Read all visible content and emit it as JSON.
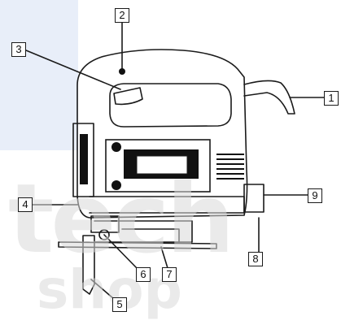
{
  "watermark": {
    "primary": "tech",
    "secondary": "shop",
    "color": "#d9d9d9",
    "panel_color": "#e8eef9"
  },
  "callouts": [
    {
      "id": "1",
      "label": "1"
    },
    {
      "id": "2",
      "label": "2"
    },
    {
      "id": "3",
      "label": "3"
    },
    {
      "id": "4",
      "label": "4"
    },
    {
      "id": "5",
      "label": "5"
    },
    {
      "id": "6",
      "label": "6"
    },
    {
      "id": "7",
      "label": "7"
    },
    {
      "id": "8",
      "label": "8"
    },
    {
      "id": "9",
      "label": "9"
    }
  ],
  "colors": {
    "line": "#1a1a1a",
    "fill_dark": "#111111",
    "fill_grey": "#cfcfcf",
    "background": "#ffffff"
  }
}
